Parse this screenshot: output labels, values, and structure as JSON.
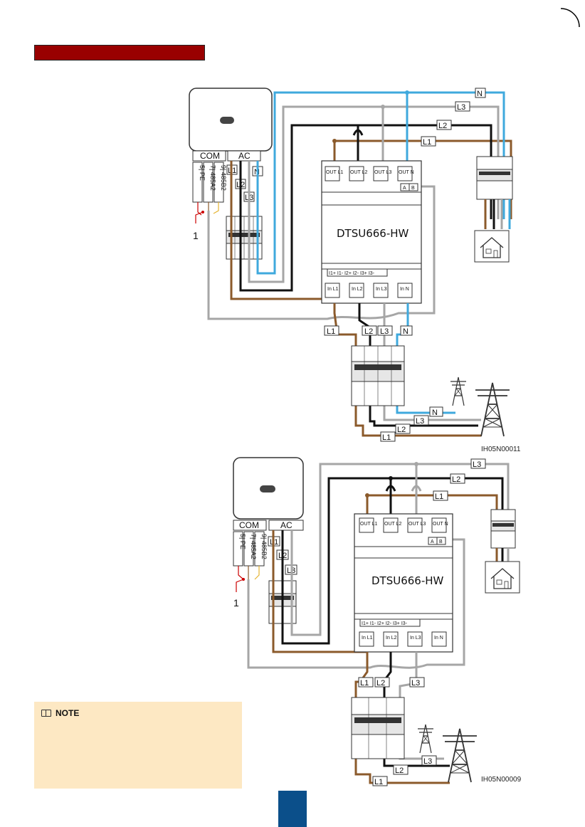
{
  "page": {
    "number": ""
  },
  "header": {
    "title": ""
  },
  "diagram1": {
    "meter_name": "DTSU666-HW",
    "code": "IH05N00011",
    "callout": "1",
    "com_label": "COM",
    "ac_label": "AC",
    "com_pins": [
      "5| PE",
      "7| 485A2",
      "9| 485B2"
    ],
    "ac_phase_labels": [
      "L1",
      "L2",
      "L3",
      "N"
    ],
    "top_bus_labels": [
      "N",
      "L3",
      "L2",
      "L1"
    ],
    "meter_out": [
      "OUT L1",
      "OUT L2",
      "OUT L3",
      "OUT N"
    ],
    "meter_in": [
      "In L1",
      "In L2",
      "In L3",
      "In N"
    ],
    "meter_ct": "I1+ I1- I2+ I2- I3+ I3-",
    "meter_ab": [
      "A",
      "B"
    ],
    "grid_labels_top": [
      "L1",
      "L2",
      "L3",
      "N"
    ],
    "grid_labels_bottom": [
      "N",
      "L3",
      "L2",
      "L1"
    ]
  },
  "diagram2": {
    "meter_name": "DTSU666-HW",
    "code": "IH05N00009",
    "callout": "1",
    "com_label": "COM",
    "ac_label": "AC",
    "com_pins": [
      "5| PE",
      "7| 485A2",
      "9| 485B2"
    ],
    "ac_phase_labels": [
      "L1",
      "L2",
      "L3"
    ],
    "top_bus_labels": [
      "L3",
      "L2",
      "L1"
    ],
    "meter_out": [
      "OUT L1",
      "OUT L2",
      "OUT L3",
      "OUT N"
    ],
    "meter_in": [
      "In L1",
      "In L2",
      "In L3",
      "In N"
    ],
    "meter_ct": "I1+ I1- I2+ I2- I3+ I3-",
    "meter_ab": [
      "A",
      "B"
    ],
    "grid_labels_top": [
      "L1",
      "L2",
      "L3"
    ],
    "grid_labels_bottom": [
      "L3",
      "L2",
      "L1"
    ]
  },
  "note": {
    "heading": "NOTE",
    "body": ""
  },
  "colors": {
    "title_bar": "#990000",
    "wire_brown": "#8b5a2b",
    "wire_black": "#111111",
    "wire_gray": "#a6a6a6",
    "wire_blue": "#3fa9dd",
    "note_bg": "#fde8c3",
    "page_tab": "#0b4f8a"
  }
}
